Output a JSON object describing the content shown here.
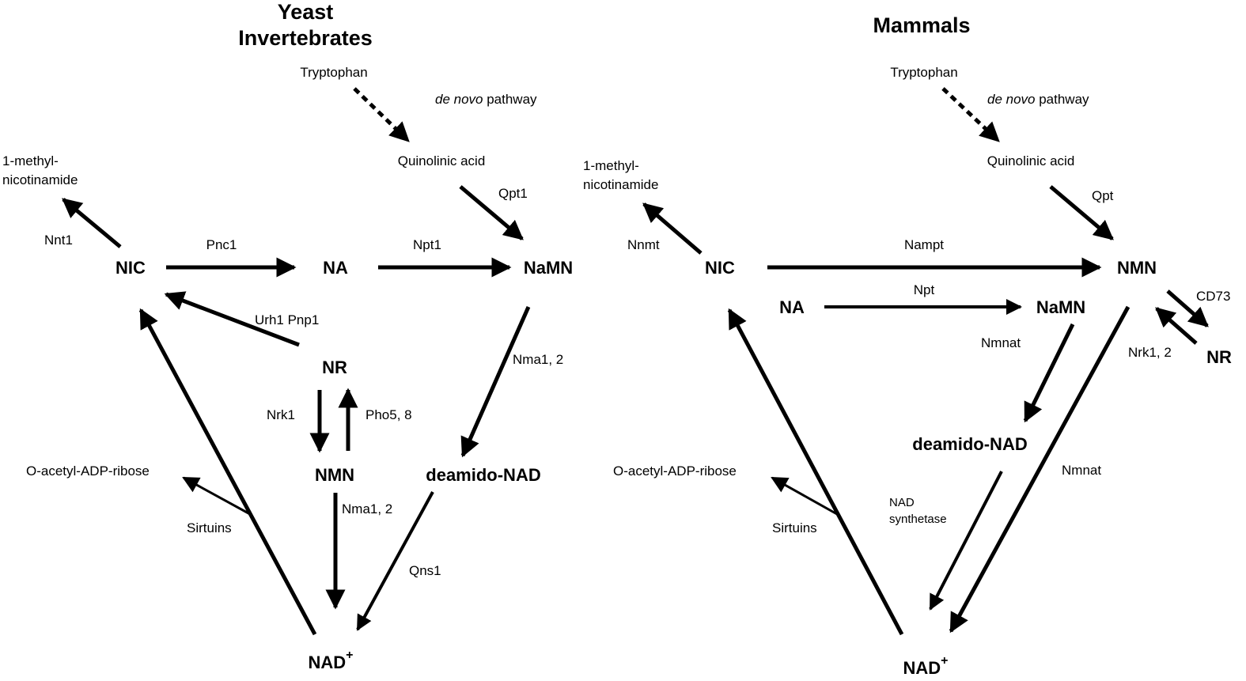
{
  "panels": {
    "yeast": {
      "title_line1": "Yeast",
      "title_line2": "Invertebrates",
      "nodes": {
        "nic": "NIC",
        "na": "NA",
        "namn": "NaMN",
        "nr": "NR",
        "nmn": "NMN",
        "deamido_nad": "deamido-NAD",
        "nad": "NAD",
        "nad_sup": "+"
      },
      "metabolites": {
        "tryptophan": "Tryptophan",
        "quinolinic_acid": "Quinolinic acid",
        "methyl_line1": "1-methyl-",
        "methyl_line2": "nicotinamide",
        "acetyl_adp_ribose": "O-acetyl-ADP-ribose"
      },
      "enzymes": {
        "de_novo_italic": "de novo",
        "de_novo_rest": " pathway",
        "qpt": "Qpt1",
        "nnt": "Nnt1",
        "pnc": "Pnc1",
        "npt": "Npt1",
        "urh_pnp": "Urh1 Pnp1",
        "nma_right": "Nma1, 2",
        "nrk": "Nrk1",
        "pho": "Pho5, 8",
        "nma_center": "Nma1, 2",
        "qns": "Qns1",
        "sirtuins": "Sirtuins"
      }
    },
    "mammals": {
      "title": "Mammals",
      "nodes": {
        "nic": "NIC",
        "na": "NA",
        "namn": "NaMN",
        "nmn": "NMN",
        "nr": "NR",
        "deamido_nad": "deamido-NAD",
        "nad": "NAD",
        "nad_sup": "+"
      },
      "metabolites": {
        "tryptophan": "Tryptophan",
        "quinolinic_acid": "Quinolinic acid",
        "methyl_line1": "1-methyl-",
        "methyl_line2": "nicotinamide",
        "acetyl_adp_ribose": "O-acetyl-ADP-ribose"
      },
      "enzymes": {
        "de_novo_italic": "de novo",
        "de_novo_rest": " pathway",
        "qpt": "Qpt",
        "nnmt": "Nnmt",
        "nampt": "Nampt",
        "npt": "Npt",
        "nmnat_left": "Nmnat",
        "nmnat_right": "Nmnat",
        "cd73": "CD73",
        "nrk": "Nrk1, 2",
        "nad_synthetase_line1": "NAD",
        "nad_synthetase_line2": "synthetase",
        "sirtuins": "Sirtuins"
      }
    }
  }
}
